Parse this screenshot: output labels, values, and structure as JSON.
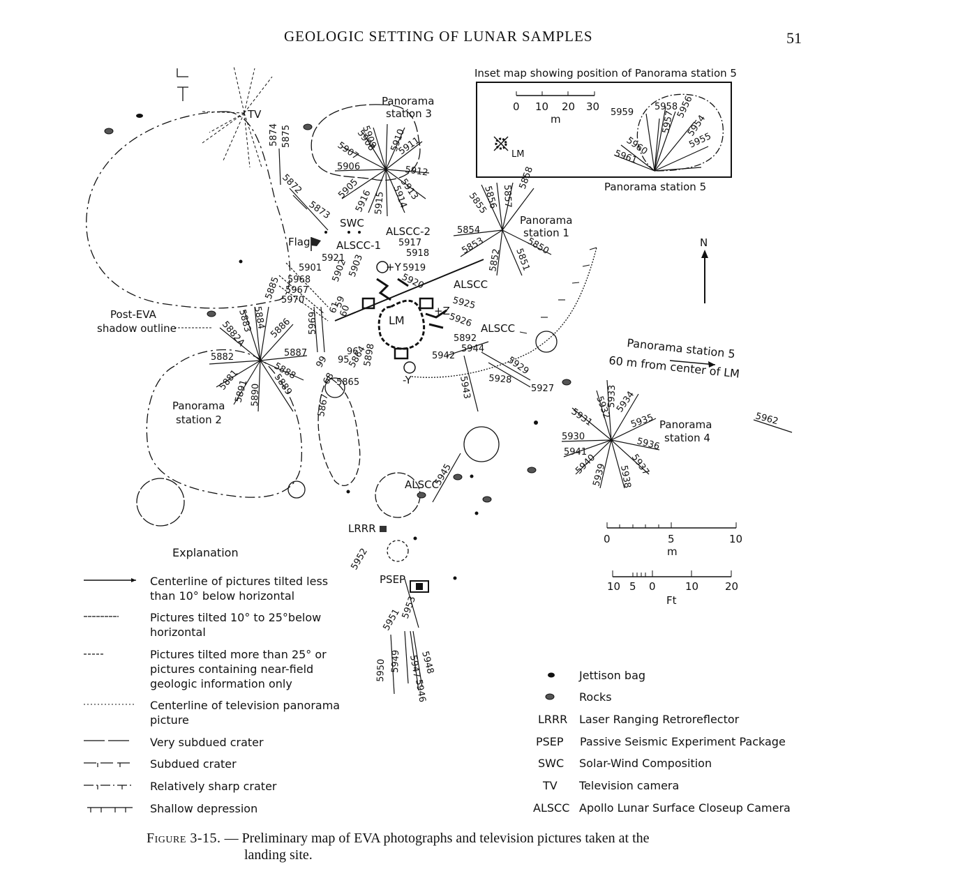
{
  "header": {
    "running_head": "GEOLOGIC SETTING OF LUNAR SAMPLES",
    "page_number": "51"
  },
  "inset": {
    "title": "Inset map showing position of Panorama station 5",
    "scale_ticks": [
      "0",
      "10",
      "20",
      "30"
    ],
    "scale_unit": "m",
    "lm_label": "LM",
    "station_label": "Panorama station 5",
    "photo_labels": [
      "5959",
      "5958",
      "5956",
      "5957",
      "5954",
      "5955",
      "5960",
      "5961"
    ]
  },
  "map": {
    "labels": {
      "tv": "TV",
      "panorama_station_3": [
        "Panorama",
        "station 3"
      ],
      "panorama_station_1": [
        "Panorama",
        "station 1"
      ],
      "panorama_station_2": [
        "Panorama",
        "station 2"
      ],
      "panorama_station_4": [
        "Panorama",
        "station 4"
      ],
      "panorama_station_5_pointer": [
        "Panorama station 5",
        "60 m from center of LM"
      ],
      "swc": "SWC",
      "flag": "Flag",
      "alscc_1": "ALSCC-1",
      "alscc_2": "ALSCC-2",
      "alscc_a": "ALSCC",
      "alscc_b": "ALSCC",
      "alscc_c": "ALSCC",
      "lm": "LM",
      "plus_y": "+Y",
      "minus_y": "-Y",
      "plus_z": "+Z",
      "lrrr": "LRRR",
      "psep": "PSEP",
      "post_eva": [
        "Post-EVA",
        "shadow outline"
      ],
      "north": "N"
    },
    "photo_numbers": {
      "station3": [
        "5909",
        "5908",
        "5910",
        "5907",
        "5911",
        "5906",
        "5912",
        "5905",
        "5913",
        "5916",
        "5914",
        "5915"
      ],
      "station1": [
        "5856",
        "5857",
        "5855",
        "5858",
        "5854",
        "5853",
        "5852",
        "5851",
        "5850"
      ],
      "station2": [
        "5885",
        "5884",
        "5883",
        "5882A",
        "5886",
        "5882",
        "5887",
        "5888",
        "5889",
        "5890",
        "5891",
        "5881"
      ],
      "station4": [
        "5933",
        "5934",
        "5932",
        "5931",
        "5935",
        "5930",
        "5936",
        "5941",
        "5940",
        "5939",
        "5938",
        "5937"
      ],
      "misc": [
        "5874",
        "5875",
        "5872",
        "5873",
        "5917",
        "5918",
        "5919",
        "5920",
        "5921",
        "5901",
        "5968",
        "5967",
        "5970",
        "5969",
        "5902",
        "5903",
        "5925",
        "5926",
        "5892",
        "5944",
        "5942",
        "5929",
        "5928",
        "5927",
        "5943",
        "5962",
        "5945",
        "5952",
        "5951",
        "5953",
        "5950",
        "5949",
        "5947",
        "5948",
        "5946",
        "5864",
        "5898",
        "5865",
        "5867",
        "96",
        "95",
        "99",
        "68",
        "60",
        "59",
        "61"
      ]
    },
    "scale_m": {
      "ticks": [
        "0",
        "5",
        "10"
      ],
      "unit": "m"
    },
    "scale_ft": {
      "ticks": [
        "10",
        "5",
        "0",
        "10",
        "20"
      ],
      "unit": "Ft"
    }
  },
  "explanation": {
    "title": "Explanation",
    "line_items": [
      {
        "style": "solid",
        "text": [
          "Centerline of pictures tilted less",
          "than 10° below horizontal"
        ]
      },
      {
        "style": "dense-dot",
        "text": [
          "Pictures tilted 10° to 25°below",
          "horizontal"
        ]
      },
      {
        "style": "short",
        "text": [
          "Pictures tilted more than 25° or",
          "pictures containing near-field",
          "geologic information only"
        ]
      },
      {
        "style": "dotted",
        "text": [
          "Centerline of television panorama",
          "picture"
        ]
      },
      {
        "style": "very-subdued",
        "text": [
          "Very subdued crater"
        ]
      },
      {
        "style": "subdued",
        "text": [
          "Subdued crater"
        ]
      },
      {
        "style": "sharp",
        "text": [
          "Relatively sharp crater"
        ]
      },
      {
        "style": "depression",
        "text": [
          "Shallow depression"
        ]
      }
    ],
    "abbreviations": [
      {
        "key": "",
        "icon": "jettison-bag",
        "text": "Jettison bag"
      },
      {
        "key": "",
        "icon": "rock",
        "text": "Rocks"
      },
      {
        "key": "LRRR",
        "text": "Laser Ranging Retroreflector"
      },
      {
        "key": "PSEP",
        "text": "Passive Seismic Experiment Package"
      },
      {
        "key": "SWC",
        "text": "Solar-Wind Composition"
      },
      {
        "key": "TV",
        "text": "Television camera"
      },
      {
        "key": "ALSCC",
        "text": "Apollo Lunar Surface Closeup Camera"
      }
    ]
  },
  "caption": {
    "figure": "Figure 3-15.",
    "dash": " — ",
    "text": "Preliminary map of EVA photographs and television pictures taken at the",
    "text2": "landing site."
  }
}
